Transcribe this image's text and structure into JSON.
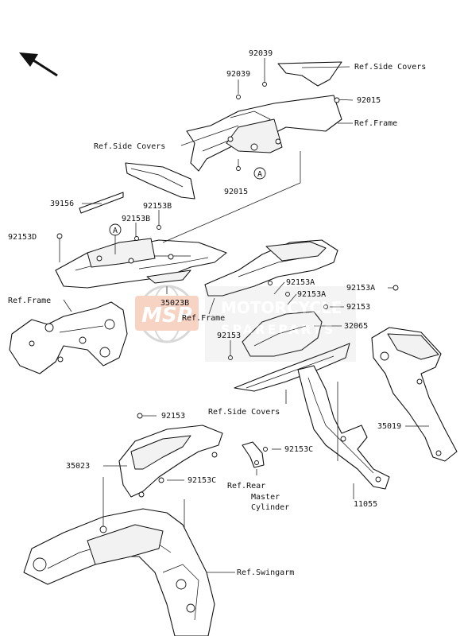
{
  "labels": {
    "p92039a": "92039",
    "p92039b": "92039",
    "ref_side_covers_top": "Ref.Side Covers",
    "p92015a": "92015",
    "ref_frame_right": "Ref.Frame",
    "ref_side_covers_left": "Ref.Side Covers",
    "p92015b": "92015",
    "p39156": "39156",
    "p92153b_a": "92153B",
    "p92153b_b": "92153B",
    "p92153d": "92153D",
    "ref_frame_left": "Ref.Frame",
    "p35023b": "35023B",
    "ref_frame_mid": "Ref.Frame",
    "p92153a_a": "92153A",
    "p92153a_b": "92153A",
    "p92153a_c": "92153A",
    "p92153_a": "92153",
    "p32065": "32065",
    "p92153_b": "92153",
    "ref_side_covers_bottom": "Ref.Side Covers",
    "p35019": "35019",
    "p92153_c": "92153",
    "p92153c_a": "92153C",
    "p35023": "35023",
    "p92153c_b": "92153C",
    "ref_rear_master_cyl_1": "Ref.Rear",
    "ref_rear_master_cyl_2": "Master",
    "ref_rear_master_cyl_3": "Cylinder",
    "p11055": "11055",
    "ref_swingarm": "Ref.Swingarm",
    "marker_a": "A"
  },
  "watermark": {
    "logo": "MSP",
    "line1": "MOTORCYCLE",
    "line2": "SPAREPARTS",
    "color": "#e87a4a"
  }
}
